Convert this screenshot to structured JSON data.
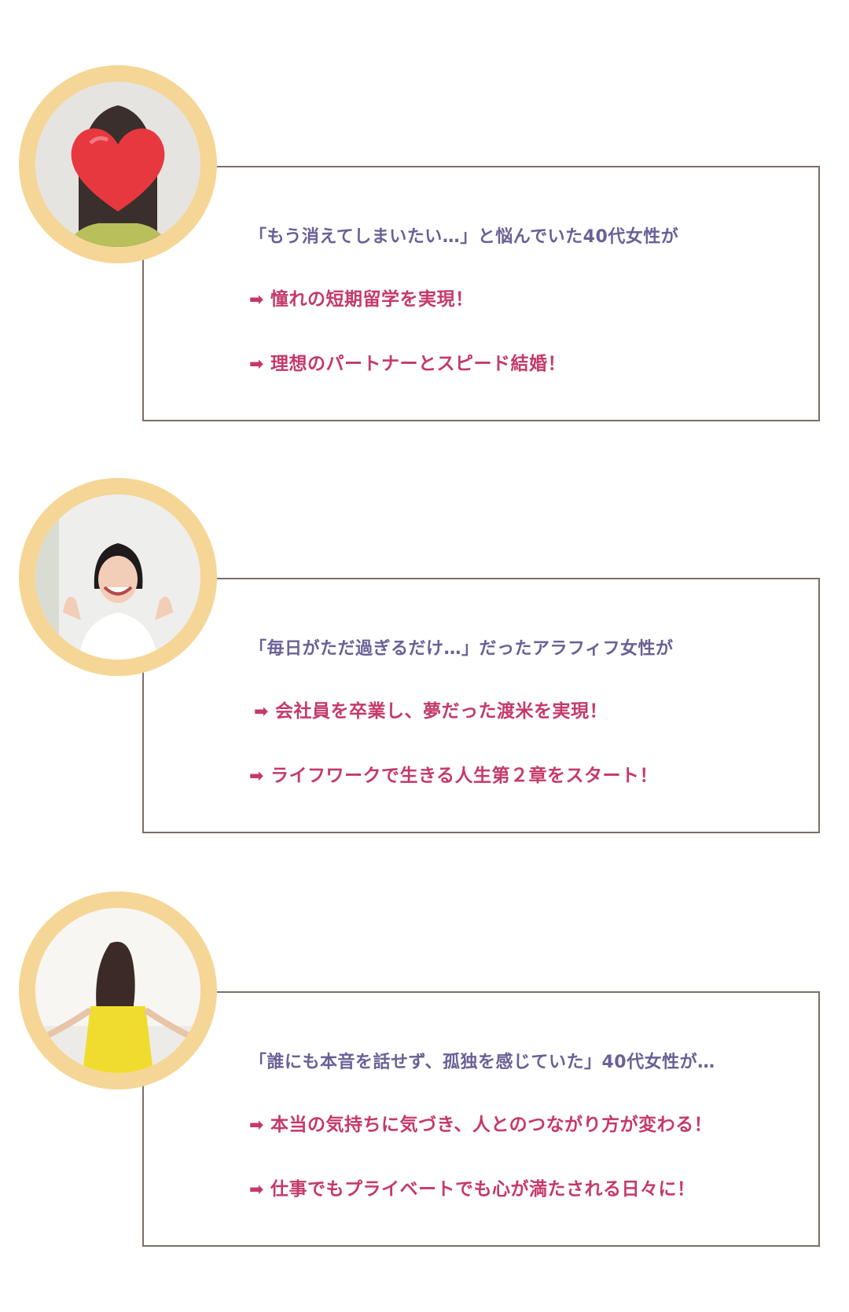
{
  "colors": {
    "ring": "#f5d696",
    "headline": "#6b6096",
    "point": "#c5396a",
    "border": "#7d6e66"
  },
  "testimonials": [
    {
      "avatar": "heart-masked-woman",
      "headline": "「もう消えてしまいたい…」と悩んでいた40代女性が",
      "points": [
        {
          "icon": "arrow-right-icon",
          "text": "憧れの短期留学を実現！"
        },
        {
          "icon": "arrow-right-icon",
          "text": "理想のパートナーとスピード結婚！"
        }
      ]
    },
    {
      "avatar": "smiling-woman",
      "headline": "「毎日がただ過ぎるだけ…」だったアラフィフ女性が",
      "points": [
        {
          "icon": "arrow-right-icon",
          "text": "会社員を卒業し、夢だった渡米を実現！"
        },
        {
          "icon": "arrow-right-icon",
          "text": "ライフワークで生きる人生第２章をスタート！"
        }
      ]
    },
    {
      "avatar": "woman-in-yellow-dress",
      "headline": "「誰にも本音を話せず、孤独を感じていた」40代女性が…",
      "points": [
        {
          "icon": "arrow-right-icon",
          "text": "本当の気持ちに気づき、人とのつながり方が変わる！"
        },
        {
          "icon": "arrow-right-icon",
          "text": "仕事でもプライベートでも心が満たされる日々に！"
        }
      ]
    }
  ]
}
